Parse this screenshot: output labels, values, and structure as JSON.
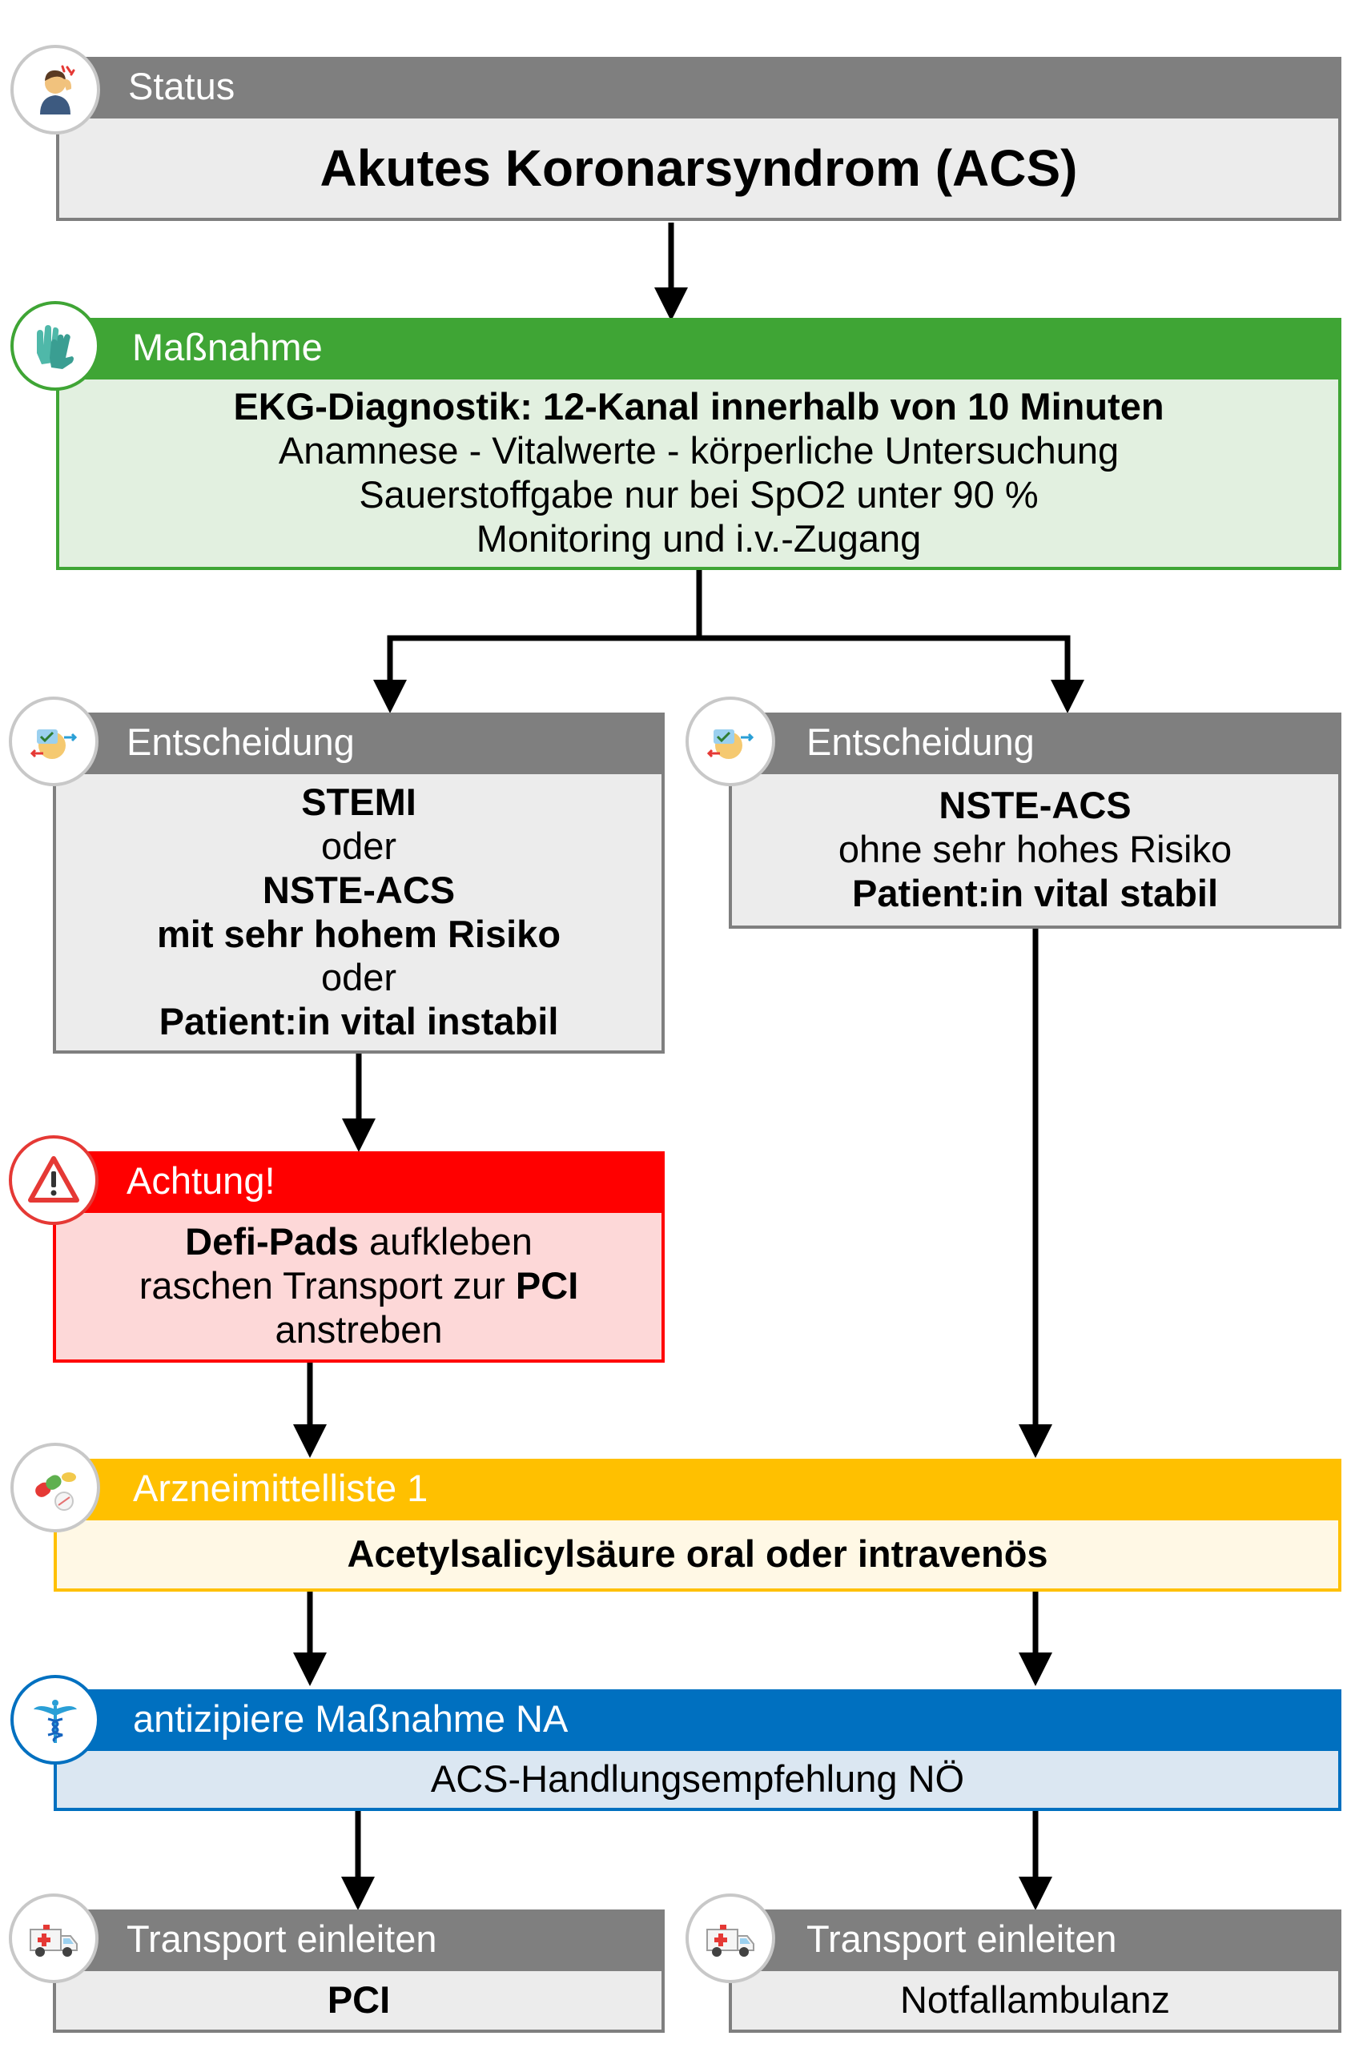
{
  "status": {
    "header": "Status",
    "title": "Akutes Koronarsyndrom (ACS)"
  },
  "massnahme": {
    "header": "Maßnahme",
    "line1": "EKG-Diagnostik: 12-Kanal innerhalb von 10 Minuten",
    "line2": "Anamnese - Vitalwerte - körperliche Untersuchung",
    "line3": "Sauerstoffgabe nur bei SpO2 unter 90 %",
    "line4": "Monitoring und i.v.-Zugang"
  },
  "decision_left": {
    "header": "Entscheidung",
    "line1": "STEMI",
    "line2": "oder",
    "line3": "NSTE-ACS",
    "line4": "mit sehr hohem Risiko",
    "line5": "oder",
    "line6": "Patient:in vital instabil"
  },
  "decision_right": {
    "header": "Entscheidung",
    "line1": "NSTE-ACS",
    "line2": "ohne sehr hohes Risiko",
    "line3": "Patient:in vital stabil"
  },
  "achtung": {
    "header": "Achtung!",
    "l1_bold": "Defi-Pads",
    "l1_rest": " aufkleben",
    "l2_text": "raschen Transport zur ",
    "l2_bold": "PCI",
    "l3": "anstreben"
  },
  "arznei": {
    "header": "Arzneimittelliste 1",
    "text": "Acetylsalicylsäure oral oder intravenös"
  },
  "na": {
    "header": "antizipiere Maßnahme NA",
    "text": "ACS-Handlungsempfehlung NÖ"
  },
  "transport_left": {
    "header": "Transport einleiten",
    "text": "PCI"
  },
  "transport_right": {
    "header": "Transport einleiten",
    "text": "Notfallambulanz"
  },
  "colors": {
    "grey_header": "#7f7f7f",
    "grey_body": "#ececec",
    "green_header": "#3fa535",
    "green_body": "#e2f0e0",
    "red_header": "#ff0000",
    "red_body": "#fdd8d8",
    "yellow_header": "#ffc000",
    "yellow_body": "#fff8e5",
    "blue_header": "#0070c0",
    "blue_body": "#dbe7f2"
  },
  "icons": [
    "headache-person-icon",
    "medical-gloves-icon",
    "decision-patient-icon",
    "warning-triangle-icon",
    "pills-icon",
    "caduceus-icon",
    "ambulance-icon"
  ]
}
